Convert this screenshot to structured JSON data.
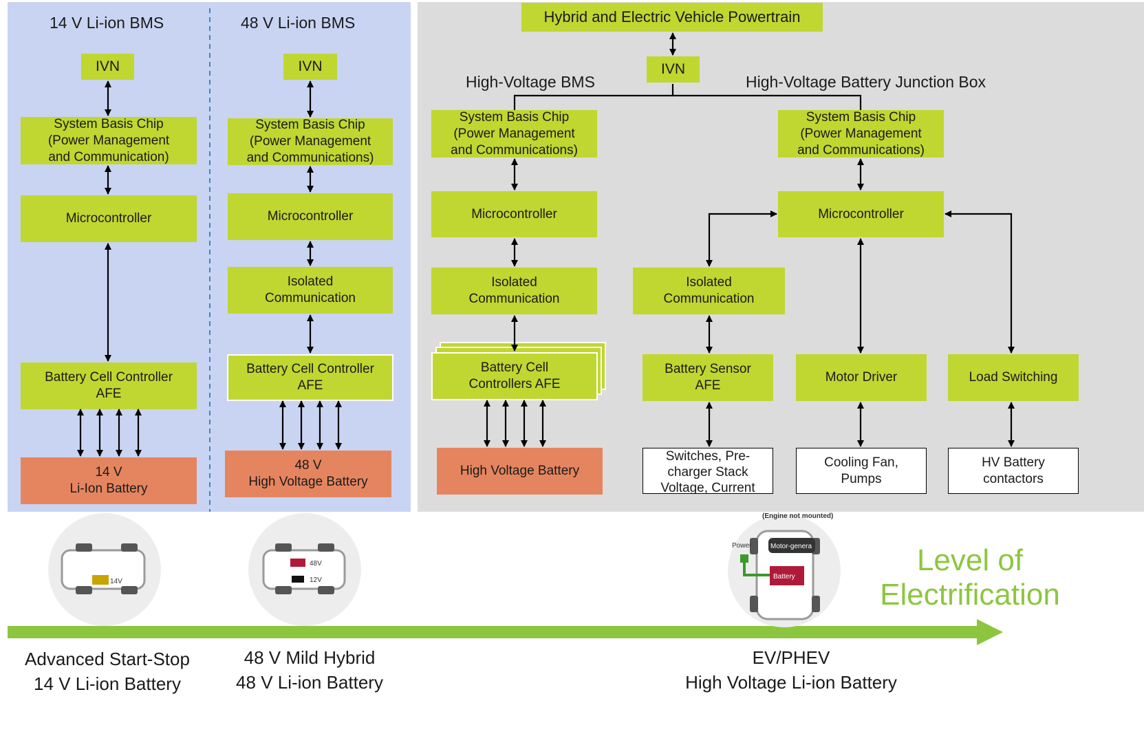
{
  "colors": {
    "lv_panel": "#c8d4f2",
    "hv_panel": "#dcdcdc",
    "block_green": "#bfd730",
    "battery_orange": "#e5855f",
    "arrow_green": "#8cc63f",
    "divider_blue": "#3a86c8"
  },
  "bms14": {
    "title": "14 V Li-ion BMS",
    "ivn": "IVN",
    "sbc": "System Basis Chip\n(Power Management\nand Communication)",
    "mcu": "Microcontroller",
    "bcc": "Battery Cell Controller\nAFE",
    "battery": "14 V\nLi-Ion Battery"
  },
  "bms48": {
    "title": "48 V Li-ion BMS",
    "ivn": "IVN",
    "sbc": "System Basis Chip\n(Power Management\nand Communications)",
    "mcu": "Microcontroller",
    "iso": "Isolated\nCommunication",
    "bcc": "Battery Cell Controller\nAFE",
    "battery": "48 V\nHigh Voltage Battery"
  },
  "hv": {
    "powertrain": "Hybrid and Electric Vehicle Powertrain",
    "ivn": "IVN",
    "bms_title": "High-Voltage BMS",
    "jbox_title": "High-Voltage Battery Junction Box",
    "bms": {
      "sbc": "System Basis Chip\n(Power Management\nand Communications)",
      "mcu": "Microcontroller",
      "iso": "Isolated\nCommunication",
      "bcc": "Battery Cell\nControllers AFE",
      "battery": "High Voltage Battery"
    },
    "jbox": {
      "sbc": "System Basis Chip\n(Power Management\nand Communications)",
      "mcu": "Microcontroller",
      "iso": "Isolated\nCommunication",
      "sensor": "Battery Sensor\nAFE",
      "motor": "Motor Driver",
      "load": "Load Switching",
      "switches": "Switches, Pre-\ncharger Stack\nVoltage, Current",
      "fan": "Cooling Fan,\nPumps",
      "contactors": "HV Battery\ncontactors"
    }
  },
  "vehicles": {
    "v1_label": "14V",
    "v2_label_a": "48V",
    "v2_label_b": "12V",
    "v3_note": "(Engine not mounted)",
    "v3_power": "Power",
    "v3_motor": "Motor-genera",
    "v3_battery": "Battery"
  },
  "bottom": {
    "start_stop": "Advanced Start-Stop\n14 V Li-ion Battery",
    "mild_hybrid": "48 V Mild Hybrid\n48 V Li-ion Battery",
    "ev": "EV/PHEV\nHigh Voltage Li-ion Battery",
    "level": "Level of\nElectrification"
  }
}
